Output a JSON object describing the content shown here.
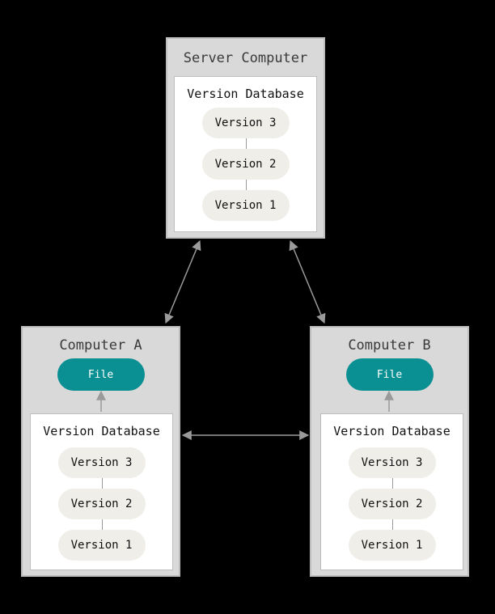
{
  "server": {
    "title": "Server Computer",
    "database": {
      "title": "Version Database",
      "versions": [
        "Version 3",
        "Version 2",
        "Version 1"
      ]
    }
  },
  "computer_a": {
    "title": "Computer A",
    "file_label": "File",
    "database": {
      "title": "Version Database",
      "versions": [
        "Version 3",
        "Version 2",
        "Version 1"
      ]
    }
  },
  "computer_b": {
    "title": "Computer B",
    "file_label": "File",
    "database": {
      "title": "Version Database",
      "versions": [
        "Version 3",
        "Version 2",
        "Version 1"
      ]
    }
  },
  "colors": {
    "background": "#000000",
    "box_fill": "#d9d9d9",
    "database_fill": "#ffffff",
    "version_pill": "#efeee8",
    "file_pill": "#0a8f93",
    "arrow": "#9a9a9a"
  }
}
